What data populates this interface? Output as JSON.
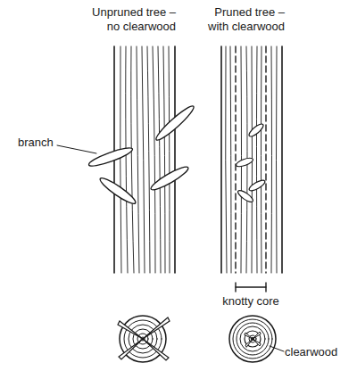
{
  "diagram": {
    "labels": [
      "Unpruned tree – no clearwood",
      "Pruned tree – with clearwood",
      "branch",
      "knotty core",
      "clearwood"
    ]
  }
}
